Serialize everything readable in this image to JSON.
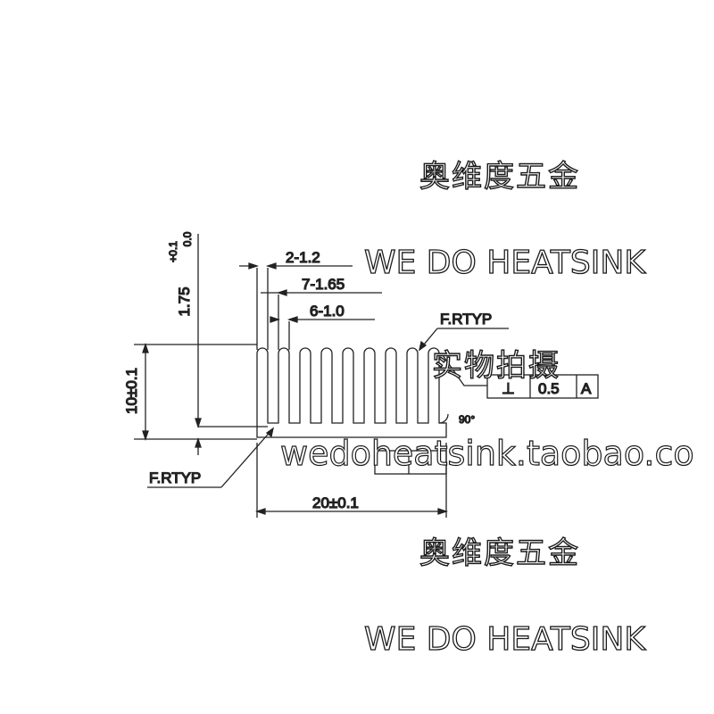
{
  "drawing": {
    "fin_thickness": "2-1.2",
    "fin_pitch": "7-1.65",
    "fin_gap": "6-1.0",
    "base_thickness": "1.75",
    "base_tol_upper": "+0.1",
    "base_tol_lower": "0.0",
    "height": "10±0.1",
    "width": "20±0.1",
    "fillet_top": "F.RTYP",
    "fillet_bottom": "F.RTYP",
    "perpendicularity_symbol": "⊥",
    "perpendicularity_tol": "0.5",
    "datum": "A",
    "angle": "90°"
  },
  "watermarks": {
    "company_cn_top": "奥维度五金",
    "slogan_top": "WE DO HEATSINK",
    "photo_note": "实物拍摄",
    "url": "wedoheatsink.taobao.co",
    "company_cn_bottom": "奥维度五金",
    "slogan_bottom": "WE DO HEATSINK"
  }
}
